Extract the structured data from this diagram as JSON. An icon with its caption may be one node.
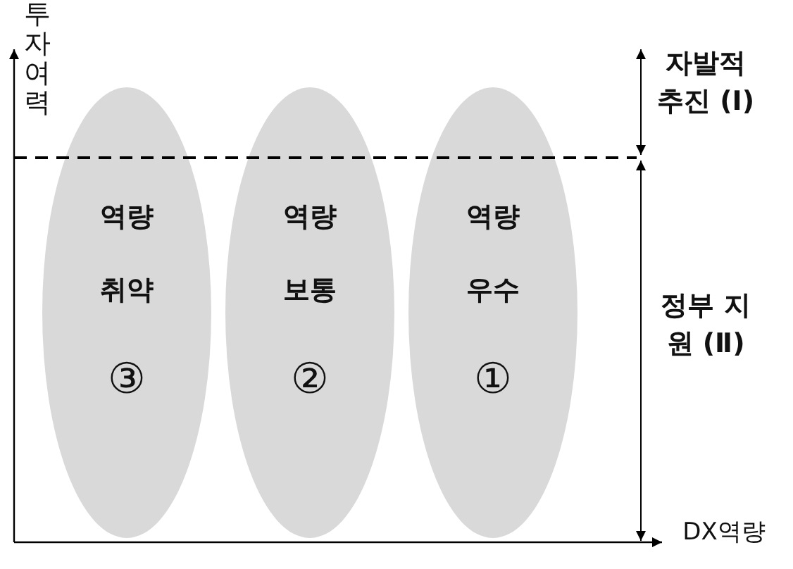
{
  "diagram": {
    "nodes": [
      {
        "text": [
          "역량 취약",
          "③"
        ]
      },
      {
        "text": [
          "역량 보통",
          "②"
        ]
      },
      {
        "text": [
          "역량 우수",
          "①"
        ]
      }
    ],
    "edges": [],
    "labels": [
      "투자여력",
      "자발적 추진 (Ⅰ)",
      "정부 지원 (Ⅱ)",
      "DX역량"
    ]
  }
}
